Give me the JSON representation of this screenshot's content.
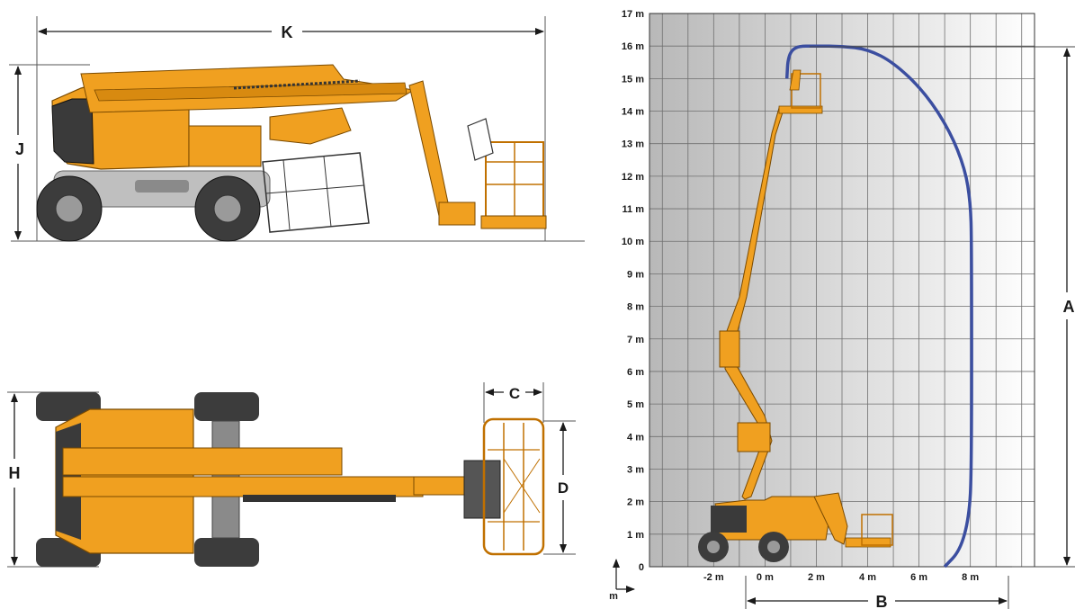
{
  "side_view": {
    "dim_k": "K",
    "dim_j": "J"
  },
  "top_view": {
    "dim_h": "H",
    "dim_c": "C",
    "dim_d": "D"
  },
  "reach_chart": {
    "y_ticks": [
      "17 m",
      "16 m",
      "15 m",
      "14 m",
      "13 m",
      "12 m",
      "11 m",
      "10 m",
      "9 m",
      "8 m",
      "7 m",
      "6 m",
      "5 m",
      "4 m",
      "3 m",
      "2 m",
      "1 m",
      "0"
    ],
    "x_ticks": [
      "-2 m",
      "0 m",
      "2 m",
      "4 m",
      "6 m",
      "8 m"
    ],
    "axis_unit": "m",
    "dim_a": "A",
    "dim_b": "B",
    "envelope_color": "#3b4ea0",
    "machine_color": "#f0a020"
  },
  "chart_data": {
    "type": "line",
    "title": "",
    "xlabel": "m",
    "ylabel": "",
    "xlim": [
      -4.5,
      10.5
    ],
    "ylim": [
      0,
      17
    ],
    "grid": true,
    "series": [
      {
        "x": [
          7.0,
          7.6,
          7.95,
          8.05,
          8.05,
          8.0,
          7.8,
          7.2,
          6.2,
          5.0,
          4.0,
          3.0,
          2.0,
          1.2,
          0.9,
          0.85
        ],
        "y": [
          0.0,
          0.5,
          1.5,
          3.0,
          10.0,
          11.2,
          12.2,
          13.4,
          14.6,
          15.5,
          15.9,
          16.0,
          16.0,
          16.0,
          15.7,
          15.0
        ]
      }
    ]
  }
}
